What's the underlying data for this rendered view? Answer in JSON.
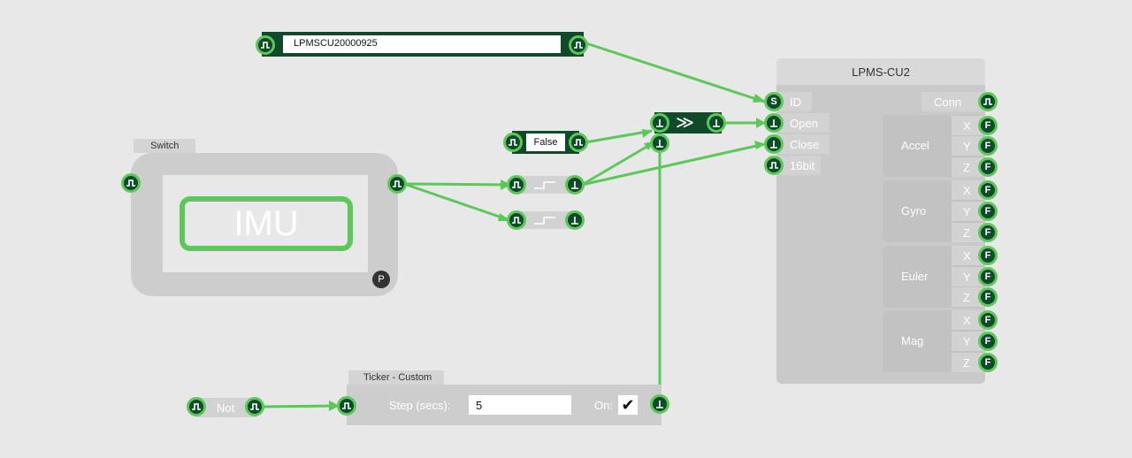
{
  "id_block": {
    "value": "LPMSCU20000925"
  },
  "false_block": {
    "label": "False"
  },
  "switch": {
    "tab": "Switch",
    "display": "IMU",
    "badge": "P"
  },
  "ticker": {
    "tab": "Ticker - Custom",
    "step_label": "Step (secs):",
    "step_value": "5",
    "on_label": "On:",
    "on_checked": "✔"
  },
  "not_block": {
    "label": "Not"
  },
  "edge_symbol": "_⌐‾",
  "seq_symbol": "≫",
  "lpms": {
    "title": "LPMS-CU2",
    "inputs": [
      "ID",
      "Open",
      "Close",
      "16bit"
    ],
    "input_port_glyphs": [
      "S",
      "",
      "",
      ""
    ],
    "conn": "Conn",
    "groups": [
      {
        "name": "Accel",
        "axes": [
          "X",
          "Y",
          "Z"
        ]
      },
      {
        "name": "Gyro",
        "axes": [
          "X",
          "Y",
          "Z"
        ]
      },
      {
        "name": "Euler",
        "axes": [
          "X",
          "Y",
          "Z"
        ]
      },
      {
        "name": "Mag",
        "axes": [
          "X",
          "Y",
          "Z"
        ]
      }
    ],
    "output_glyph": "F"
  },
  "colors": {
    "background": "#e8e8e8",
    "port_fill": "#0f4a2a",
    "port_ring": "#5dc85a",
    "wire": "#5dc85a",
    "panel": "#cfcfcf"
  }
}
